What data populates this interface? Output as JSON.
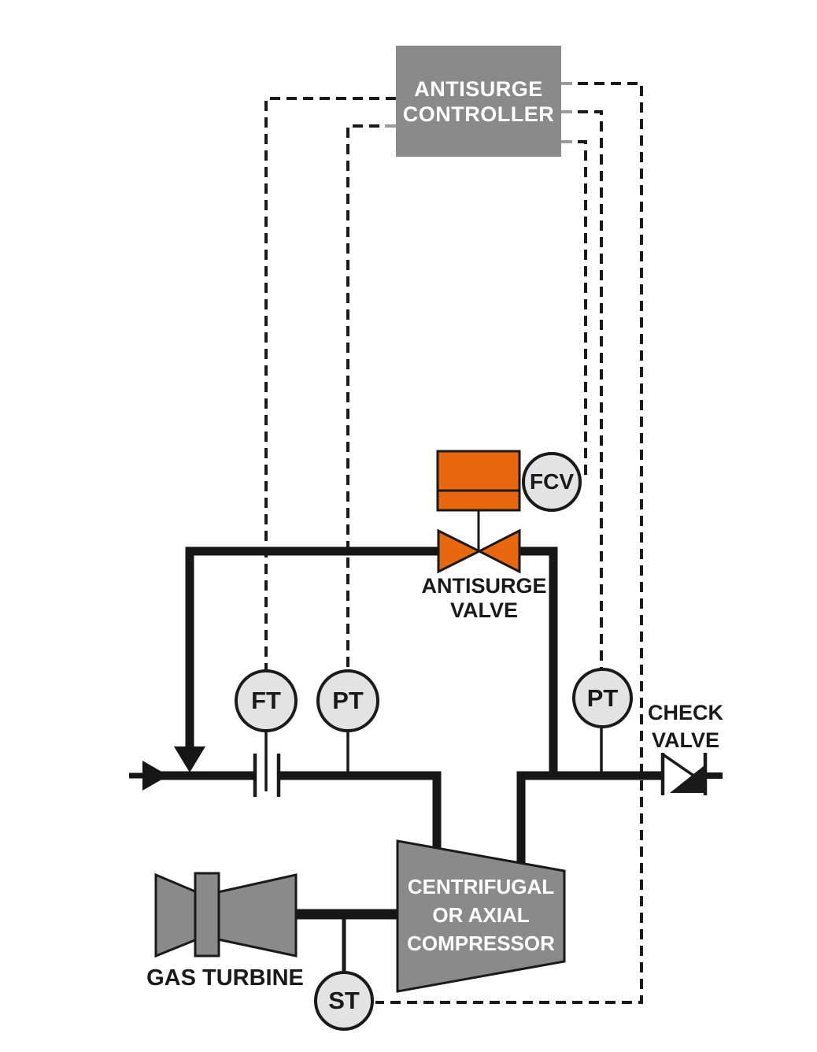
{
  "controller": {
    "label_line1": "ANTISURGE",
    "label_line2": "CONTROLLER"
  },
  "instruments": {
    "fcv": {
      "tag": "FCV"
    },
    "ft": {
      "tag": "FT"
    },
    "pt_suction": {
      "tag": "PT"
    },
    "pt_discharge": {
      "tag": "PT"
    },
    "st": {
      "tag": "ST"
    }
  },
  "labels": {
    "antisurge_valve_line1": "ANTISURGE",
    "antisurge_valve_line2": "VALVE",
    "check_valve_line1": "CHECK",
    "check_valve_line2": "VALVE",
    "gas_turbine": "GAS TURBINE",
    "compressor_line1": "CENTRIFUGAL",
    "compressor_line2": "OR AXIAL",
    "compressor_line3": "COMPRESSOR"
  },
  "colors": {
    "valve_orange": "#E8670F",
    "machine_gray": "#8A8A8A",
    "instrument_gray": "#E3E3E3",
    "line_black": "#1A1A1A",
    "stub_gray": "#9A9A9A"
  }
}
